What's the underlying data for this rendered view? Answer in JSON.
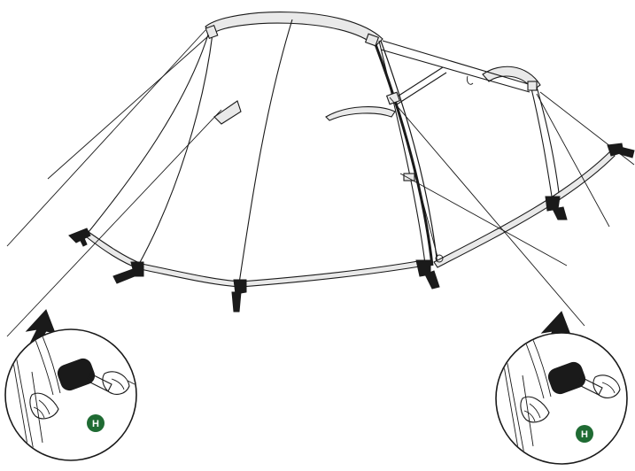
{
  "figure": {
    "step_marker_left": "H",
    "step_marker_right": "H",
    "badge_color": "#1f6b33",
    "line_color": "#1a1a1a",
    "icons": [
      "tent-outline",
      "guy-line",
      "peg-anchor",
      "hammer-peg-inset",
      "up-arrow-icon"
    ]
  }
}
